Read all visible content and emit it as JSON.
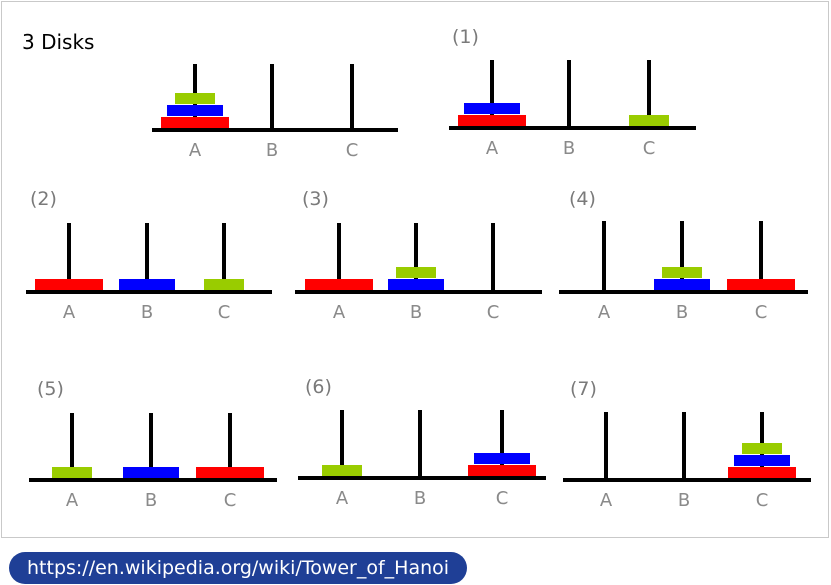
{
  "title": "3 Disks",
  "url": "https://en.wikipedia.org/wiki/Tower_of_Hanoi",
  "colors": {
    "small": "#99cc00",
    "medium": "#0000ff",
    "large": "#ff0000",
    "peg": "#000000"
  },
  "peg_labels": [
    "A",
    "B",
    "C"
  ],
  "states": [
    {
      "label": "",
      "pegs": [
        [
          "large",
          "medium",
          "small"
        ],
        [],
        []
      ]
    },
    {
      "label": "(1)",
      "pegs": [
        [
          "large",
          "medium"
        ],
        [],
        [
          "small"
        ]
      ]
    },
    {
      "label": "(2)",
      "pegs": [
        [
          "large"
        ],
        [
          "medium"
        ],
        [
          "small"
        ]
      ]
    },
    {
      "label": "(3)",
      "pegs": [
        [
          "large"
        ],
        [
          "medium",
          "small"
        ],
        []
      ]
    },
    {
      "label": "(4)",
      "pegs": [
        [],
        [
          "medium",
          "small"
        ],
        [
          "large"
        ]
      ]
    },
    {
      "label": "(5)",
      "pegs": [
        [
          "small"
        ],
        [
          "medium"
        ],
        [
          "large"
        ]
      ]
    },
    {
      "label": "(6)",
      "pegs": [
        [
          "small"
        ],
        [],
        [
          "large",
          "medium"
        ]
      ]
    },
    {
      "label": "(7)",
      "pegs": [
        [],
        [],
        [
          "large",
          "medium",
          "small"
        ]
      ]
    }
  ]
}
